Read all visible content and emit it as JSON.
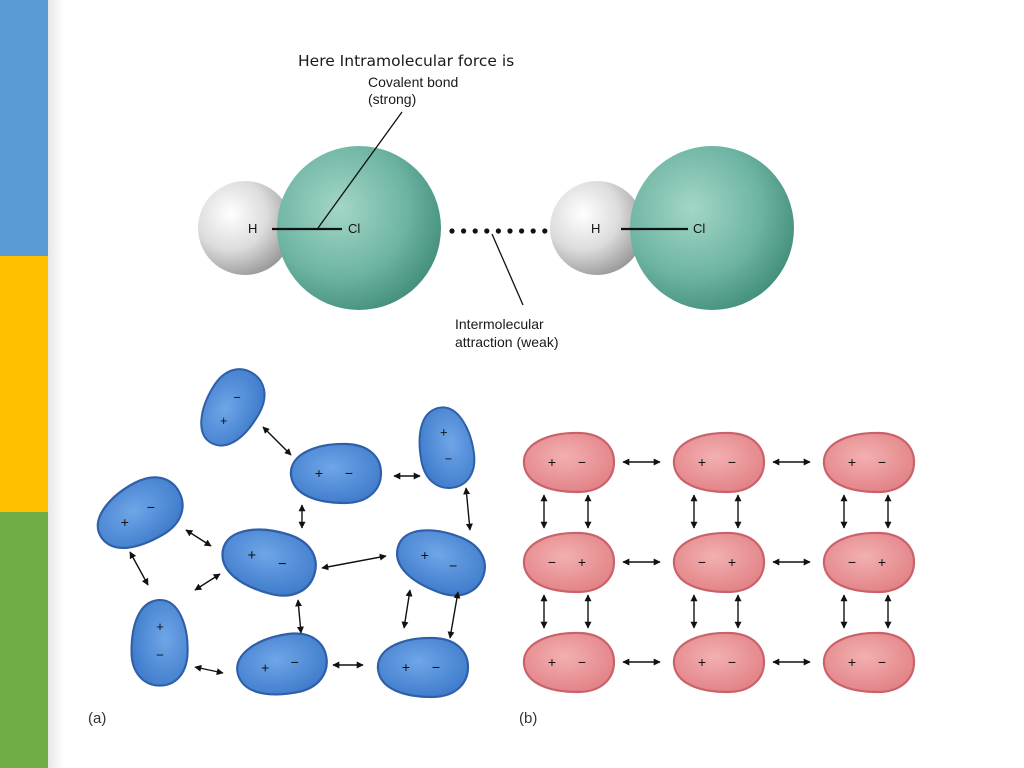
{
  "theme_colors": {
    "sidebar_blue": "#5b9bd5",
    "sidebar_yellow": "#ffc000",
    "sidebar_green": "#70ad47",
    "polar_molecule_blue": "#4a89d6",
    "polar_molecule_red": "#e9898c",
    "chlorine_teal": "#6db4a2",
    "hydrogen_gray": "#dcdcdc"
  },
  "top_diagram": {
    "title": "Here Intramolecular force is",
    "covalent_label_line1": "Covalent bond",
    "covalent_label_line2": "(strong)",
    "intermolecular_label_line1": "Intermolecular",
    "intermolecular_label_line2": "attraction (weak)",
    "molecule_1": {
      "h_label": "H",
      "cl_label": "Cl"
    },
    "molecule_2": {
      "h_label": "H",
      "cl_label": "Cl"
    }
  },
  "panel_a": {
    "label": "(a)",
    "molecules": [
      {
        "pos": "+",
        "neg": "−"
      },
      {
        "pos": "+",
        "neg": "−"
      },
      {
        "pos": "+",
        "neg": "−"
      },
      {
        "pos": "+",
        "neg": "−"
      },
      {
        "pos": "+",
        "neg": "−"
      },
      {
        "pos": "+",
        "neg": "−"
      },
      {
        "pos": "+",
        "neg": "−"
      },
      {
        "pos": "+",
        "neg": "−"
      },
      {
        "pos": "+",
        "neg": "−"
      }
    ]
  },
  "panel_b": {
    "label": "(b)",
    "rows": [
      [
        {
          "left": "+",
          "right": "−"
        },
        {
          "left": "+",
          "right": "−"
        },
        {
          "left": "+",
          "right": "−"
        }
      ],
      [
        {
          "left": "−",
          "right": "+"
        },
        {
          "left": "−",
          "right": "+"
        },
        {
          "left": "−",
          "right": "+"
        }
      ],
      [
        {
          "left": "+",
          "right": "−"
        },
        {
          "left": "+",
          "right": "−"
        },
        {
          "left": "+",
          "right": "−"
        }
      ]
    ]
  }
}
